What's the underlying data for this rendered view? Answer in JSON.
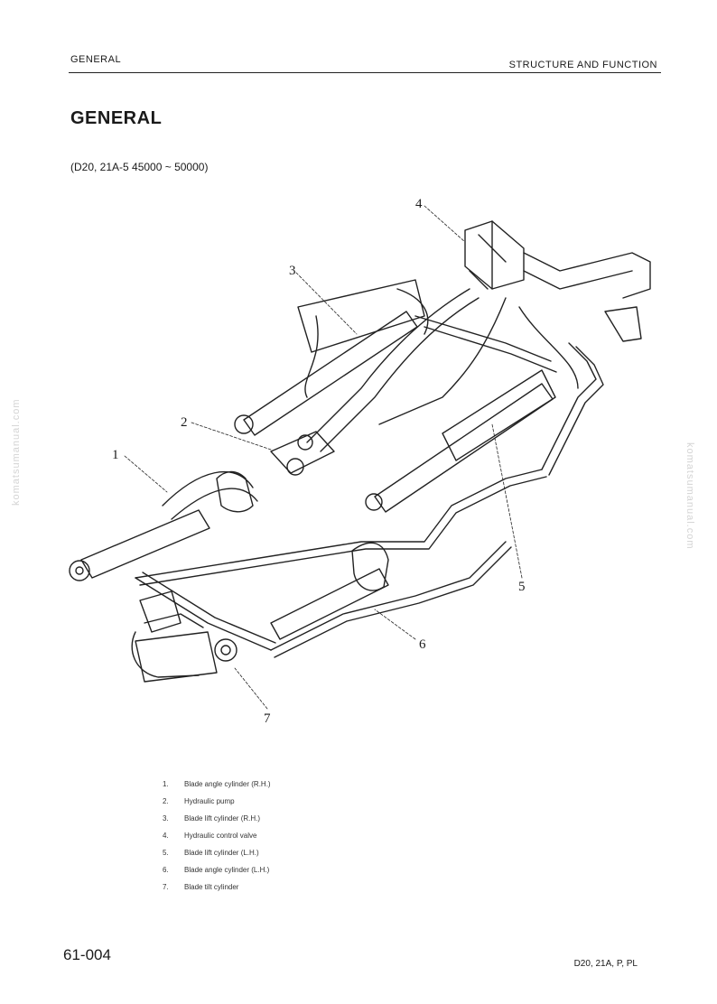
{
  "header": {
    "section": "GENERAL",
    "chapter": "STRUCTURE AND FUNCTION"
  },
  "page_title": "GENERAL",
  "subtitle": "(D20, 21A-5   45000 ~ 50000)",
  "watermark": "komatsumanual.com",
  "diagram": {
    "callouts": [
      "1",
      "2",
      "3",
      "4",
      "5",
      "6",
      "7"
    ]
  },
  "legend": [
    {
      "num": "1.",
      "label": "Blade angle cylinder (R.H.)"
    },
    {
      "num": "2.",
      "label": "Hydraulic pump"
    },
    {
      "num": "3.",
      "label": "Blade lift cylinder (R.H.)"
    },
    {
      "num": "4.",
      "label": "Hydraulic control valve"
    },
    {
      "num": "5.",
      "label": "Blade lift cylinder (L.H.)"
    },
    {
      "num": "6.",
      "label": "Blade angle cylinder (L.H.)"
    },
    {
      "num": "7.",
      "label": "Blade tilt cylinder"
    }
  ],
  "footer": {
    "page_number": "61-004",
    "model": "D20, 21A, P, PL"
  }
}
